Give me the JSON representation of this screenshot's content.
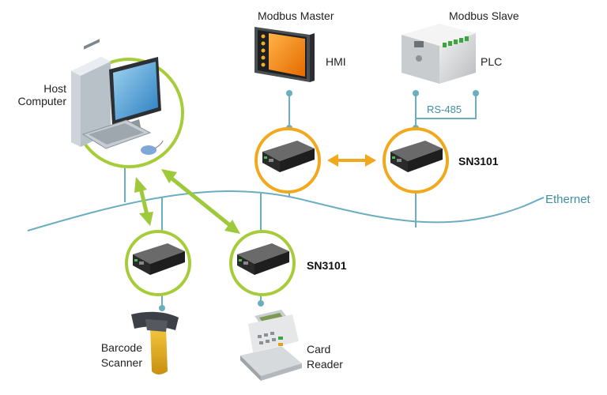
{
  "labels": {
    "modbus_master": "Modbus Master",
    "modbus_slave": "Modbus Slave",
    "hmi": "HMI",
    "plc": "PLC",
    "host_line1": "Host",
    "host_line2": "Computer",
    "rs485": "RS-485",
    "sn3101_top": "SN3101",
    "sn3101_bottom": "SN3101",
    "ethernet": "Ethernet",
    "barcode_line1": "Barcode",
    "barcode_line2": "Scanner",
    "card_line1": "Card",
    "card_line2": "Reader"
  },
  "colors": {
    "network_line": "#6aaec0",
    "green_ring": "#a6cc3a",
    "orange_ring": "#f2a81d",
    "green_arrow": "#9dc93a",
    "orange_arrow": "#f2a81d"
  },
  "icons": [
    "host-computer-icon",
    "hmi-panel-icon",
    "plc-icon",
    "serial-server-icon",
    "barcode-scanner-icon",
    "card-reader-icon"
  ]
}
